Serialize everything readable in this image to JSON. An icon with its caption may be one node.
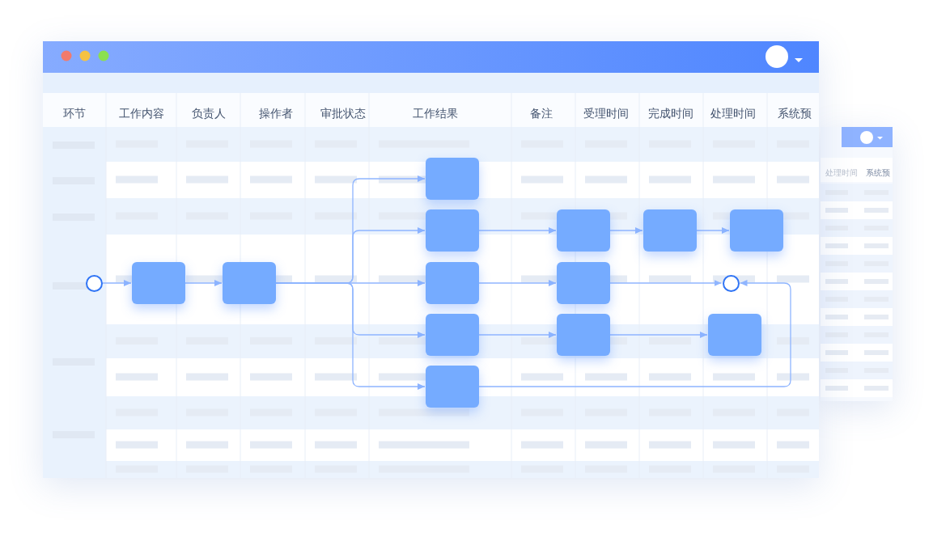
{
  "diagram": {
    "nodes": [
      {
        "text": [],
        "shape": "circle"
      },
      {
        "text": [],
        "shape": "box"
      },
      {
        "text": [],
        "shape": "box"
      },
      {
        "text": [],
        "shape": "box"
      },
      {
        "text": [],
        "shape": "box"
      },
      {
        "text": [],
        "shape": "box"
      },
      {
        "text": [],
        "shape": "box"
      },
      {
        "text": [],
        "shape": "box"
      },
      {
        "text": [],
        "shape": "box"
      },
      {
        "text": [],
        "shape": "box"
      },
      {
        "text": [],
        "shape": "box"
      },
      {
        "text": [],
        "shape": "box"
      },
      {
        "text": [],
        "shape": "circle"
      },
      {
        "text": [],
        "shape": "box"
      },
      {
        "text": [],
        "shape": "box"
      }
    ],
    "edges": [
      {
        "from": 0,
        "to": 1,
        "arrow": "to"
      },
      {
        "from": 1,
        "to": 2,
        "arrow": "to"
      },
      {
        "from": 2,
        "to": 3,
        "arrow": "to"
      },
      {
        "from": 2,
        "to": 4,
        "arrow": "to"
      },
      {
        "from": 2,
        "to": 5,
        "arrow": "to"
      },
      {
        "from": 2,
        "to": 6,
        "arrow": "to"
      },
      {
        "from": 2,
        "to": 7,
        "arrow": "to"
      },
      {
        "from": 4,
        "to": 8,
        "arrow": "to"
      },
      {
        "from": 8,
        "to": 9,
        "arrow": "to"
      },
      {
        "from": 9,
        "to": 10,
        "arrow": "to"
      },
      {
        "from": 5,
        "to": 11,
        "arrow": "to"
      },
      {
        "from": 11,
        "to": 12,
        "arrow": "to"
      },
      {
        "from": 6,
        "to": 13,
        "arrow": "to"
      },
      {
        "from": 13,
        "to": 14,
        "arrow": "to"
      },
      {
        "from": 7,
        "to": 12,
        "arrow": "to"
      }
    ],
    "labels": [
      "环节",
      "工作内容",
      "负责人",
      "操作者",
      "审批状态",
      "工作结果",
      "备注",
      "受理时间",
      "完成时间",
      "处理时间",
      "系统预",
      "处理时间",
      "系统预"
    ]
  }
}
